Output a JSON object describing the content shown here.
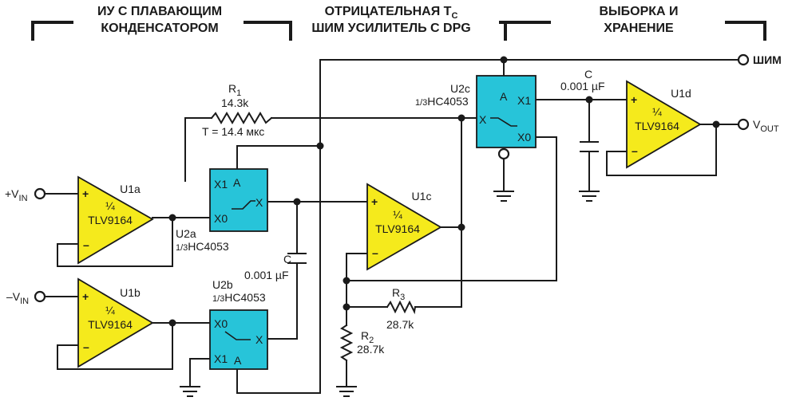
{
  "headers": {
    "section1_line1": "ИУ С ПЛАВАЮЩИМ",
    "section1_line2": "КОНДЕНСАТОРОМ",
    "section2_line1": "ОТРИЦАТЕЛЬНАЯ T",
    "section2_sub": "C",
    "section2_line2": "ШИМ УСИЛИТЕЛЬ С DPG",
    "section3_line1": "ВЫБОРКА И",
    "section3_line2": "ХРАНЕНИЕ"
  },
  "ports": {
    "pwm": "ШИМ",
    "vout": "V",
    "vout_sub": "OUT",
    "vin_pos": "+V",
    "vin_neg": "–V",
    "vin_sub": "IN"
  },
  "amplifiers": {
    "part": "TLV9164",
    "fraction": "¼",
    "plus": "+",
    "minus": "–",
    "names": {
      "u1a": "U1a",
      "u1b": "U1b",
      "u1c": "U1c",
      "u1d": "U1d"
    }
  },
  "switches": {
    "part": "HC4053",
    "part_prefix": "1/3",
    "names": {
      "u2a": "U2a",
      "u2b": "U2b",
      "u2c": "U2c"
    },
    "pins": {
      "x0": "X0",
      "x1": "X1",
      "x": "X",
      "a": "A"
    }
  },
  "components": {
    "r1_name": "R",
    "r1_sub": "1",
    "r1_value": "14.3k",
    "r1_note": "T = 14.4 мкс",
    "r2_name": "R",
    "r2_sub": "2",
    "r2_value": "28.7k",
    "r3_name": "R",
    "r3_sub": "3",
    "r3_value": "28.7k",
    "c_name": "C",
    "c_value": "0.001 µF"
  }
}
